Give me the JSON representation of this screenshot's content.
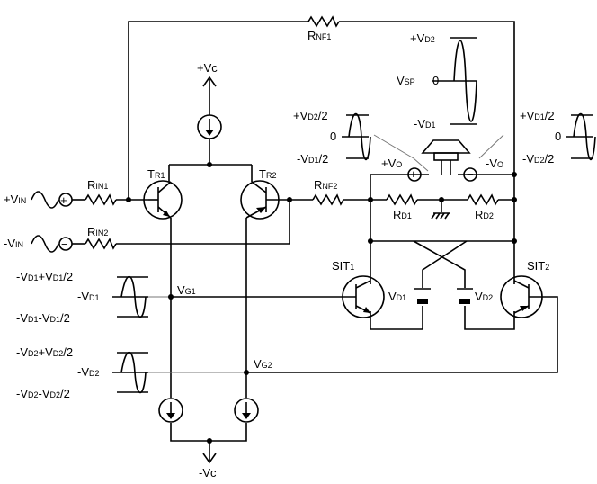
{
  "labels": {
    "rnf1": "R",
    "rnf1_sub": "NF1",
    "rnf2": "R",
    "rnf2_sub": "NF2",
    "rin1": "R",
    "rin1_sub": "IN1",
    "rin2": "R",
    "rin2_sub": "IN2",
    "rd1": "R",
    "rd1_sub": "D1",
    "rd2": "R",
    "rd2_sub": "D2",
    "vc_pos": "+Vc",
    "vc_neg": "-Vc",
    "tr1": "T",
    "tr1_sub": "R1",
    "tr2": "T",
    "tr2_sub": "R2",
    "sit1": "SIT",
    "sit1_sub": "1",
    "sit2": "SIT",
    "sit2_sub": "2",
    "vd1": "V",
    "vd1_sub": "D1",
    "vd2": "V",
    "vd2_sub": "D2",
    "vg1": "V",
    "vg1_sub": "G1",
    "vg2": "V",
    "vg2_sub": "G2",
    "vin_pos": "+V",
    "vin_pos_sub": "IN",
    "vin_neg": "-V",
    "vin_neg_sub": "IN",
    "vo_pos": "+V",
    "vo_pos_sub": "O",
    "vo_neg": "-V",
    "vo_neg_sub": "O",
    "vsp": "V",
    "vsp_sub": "SP",
    "sp_top": "+V",
    "sp_top_sub": "D2",
    "sp_zero": "0",
    "sp_bot": "-V",
    "sp_bot_sub": "D1",
    "lw_top": "+V",
    "lw_top_sub": "D2",
    "lw_top_tail": "/2",
    "lw_zero": "0",
    "lw_bot": "-V",
    "lw_bot_sub": "D1",
    "lw_bot_tail": "/2",
    "rw_top": "+V",
    "rw_top_sub": "D1",
    "rw_top_tail": "/2",
    "rw_zero": "0",
    "rw_bot": "-V",
    "rw_bot_sub": "D2",
    "rw_bot_tail": "/2",
    "g1_top_a": "-V",
    "g1_top_a_sub": "D1",
    "g1_top_b": "+V",
    "g1_top_b_sub": "D1",
    "g1_top_tail": "/2",
    "g1_mid": "-V",
    "g1_mid_sub": "D1",
    "g1_bot_a": "-V",
    "g1_bot_a_sub": "D1",
    "g1_bot_b": "-V",
    "g1_bot_b_sub": "D1",
    "g1_bot_tail": "/2",
    "g2_top_a": "-V",
    "g2_top_a_sub": "D2",
    "g2_top_b": "+V",
    "g2_top_b_sub": "D2",
    "g2_top_tail": "/2",
    "g2_mid": "-V",
    "g2_mid_sub": "D2",
    "g2_bot_a": "-V",
    "g2_bot_a_sub": "D2",
    "g2_bot_b": "-V",
    "g2_bot_b_sub": "D2",
    "g2_bot_tail": "/2"
  },
  "symbols": {
    "plus": "+",
    "minus": "−"
  }
}
